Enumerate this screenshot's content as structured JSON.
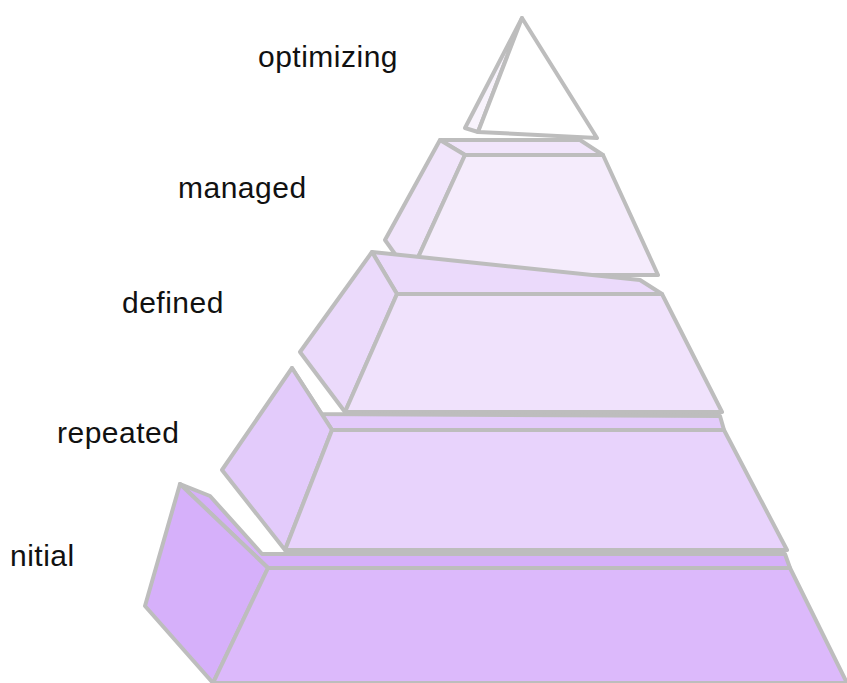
{
  "diagram": {
    "nodes": [
      {
        "text": [
          "optimizing"
        ]
      },
      {
        "text": [
          "managed"
        ]
      },
      {
        "text": [
          "defined"
        ]
      },
      {
        "text": [
          "repeated"
        ]
      },
      {
        "text": [
          "nitial"
        ]
      }
    ]
  }
}
